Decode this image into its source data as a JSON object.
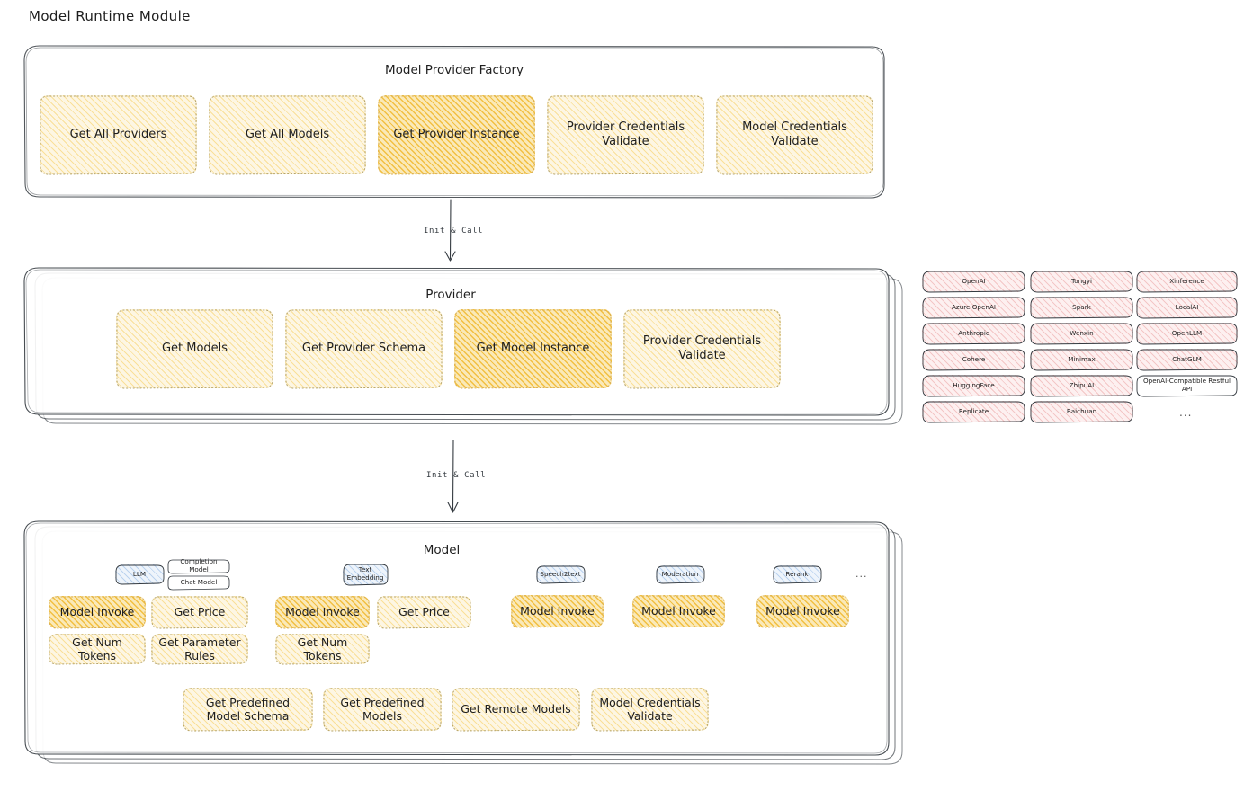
{
  "page": {
    "title": "Model Runtime Module"
  },
  "colors": {
    "fill_yellow": "#fdf6e3",
    "fill_yellow_highlight": "#fae9b8",
    "fill_pink": "#fdf0f0",
    "fill_blue": "#eef4fb",
    "stroke": "#343a40",
    "text": "#1e1e1e"
  },
  "factory": {
    "title": "Model Provider Factory",
    "items": [
      {
        "label": "Get All Providers",
        "highlight": false
      },
      {
        "label": "Get All Models",
        "highlight": false
      },
      {
        "label": "Get Provider Instance",
        "highlight": true
      },
      {
        "label": "Provider Credentials Validate",
        "highlight": false
      },
      {
        "label": "Model Credentials Validate",
        "highlight": false
      }
    ]
  },
  "arrow_1": {
    "label": "Init & Call"
  },
  "provider": {
    "title": "Provider",
    "items": [
      {
        "label": "Get Models",
        "highlight": false
      },
      {
        "label": "Get Provider Schema",
        "highlight": false
      },
      {
        "label": "Get Model Instance",
        "highlight": true
      },
      {
        "label": "Provider Credentials Validate",
        "highlight": false
      }
    ]
  },
  "arrow_2": {
    "label": "Init & Call"
  },
  "provider_list": {
    "columns": [
      {
        "items": [
          "OpenAI",
          "Azure OpenAI",
          "Anthropic",
          "Cohere",
          "HuggingFace",
          "Replicate"
        ],
        "ellipsis": false
      },
      {
        "items": [
          "Tongyi",
          "Spark",
          "Wenxin",
          "Minimax",
          "ZhipuAI",
          "Baichuan"
        ],
        "ellipsis": false
      },
      {
        "items": [
          "Xinference",
          "LocalAI",
          "OpenLLM",
          "ChatGLM",
          "OpenAI-Compatible Restful API"
        ],
        "ellipsis": true,
        "ellipsis_label": "..."
      }
    ]
  },
  "model": {
    "title": "Model",
    "ellipsis_label": "...",
    "types": [
      {
        "chip": "LLM",
        "sub_chips": [
          "Completion Model",
          "Chat Model"
        ],
        "ops": [
          {
            "label": "Model Invoke",
            "highlight": true
          },
          {
            "label": "Get Price",
            "highlight": false
          },
          {
            "label": "Get Num Tokens",
            "highlight": false
          },
          {
            "label": "Get Parameter Rules",
            "highlight": false
          }
        ]
      },
      {
        "chip": "Text Embedding",
        "sub_chips": [],
        "ops": [
          {
            "label": "Model Invoke",
            "highlight": true
          },
          {
            "label": "Get Price",
            "highlight": false
          },
          {
            "label": "Get Num Tokens",
            "highlight": false
          }
        ]
      },
      {
        "chip": "Speech2text",
        "sub_chips": [],
        "ops": [
          {
            "label": "Model Invoke",
            "highlight": true
          }
        ]
      },
      {
        "chip": "Moderation",
        "sub_chips": [],
        "ops": [
          {
            "label": "Model Invoke",
            "highlight": true
          }
        ]
      },
      {
        "chip": "Rerank",
        "sub_chips": [],
        "ops": [
          {
            "label": "Model Invoke",
            "highlight": true
          }
        ]
      }
    ],
    "common_ops": [
      {
        "label": "Get Predefined Model Schema"
      },
      {
        "label": "Get Predefined Models"
      },
      {
        "label": "Get Remote Models"
      },
      {
        "label": "Model Credentials Validate"
      }
    ]
  }
}
